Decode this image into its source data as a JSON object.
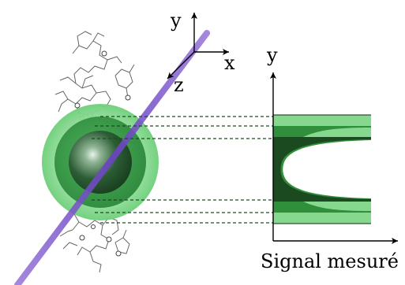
{
  "axes_triad": {
    "y_label": "y",
    "x_label": "x",
    "z_label": "z"
  },
  "signal_plot": {
    "y_label": "y",
    "x_label": "Signal mesuré"
  },
  "colors": {
    "beam": "#7a55c8",
    "outer_shell": "#7fd98a",
    "middle_shell": "#35a84a",
    "core": "#1e4f26",
    "signal_light": "#86d88e",
    "signal_medium": "#2f8f3a",
    "signal_dark": "#1c4a20"
  }
}
